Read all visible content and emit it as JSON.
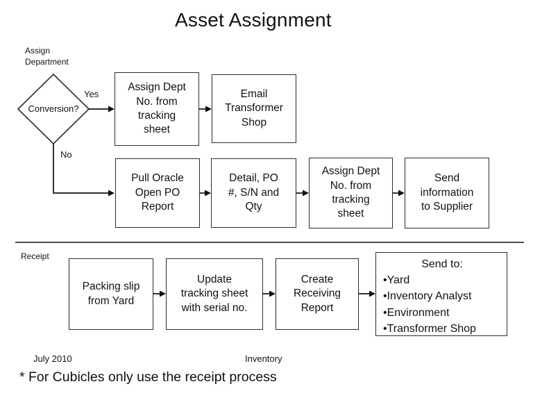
{
  "title": "Asset Assignment",
  "colors": {
    "ink": "#111111",
    "box_border": "#2b2b2b",
    "divider": "#4d4d4d",
    "background": "#ffffff"
  },
  "assign_flow": {
    "section_label": "Assign\nDepartment",
    "decision_label": "Conversion?",
    "yes_label": "Yes",
    "no_label": "No",
    "yes_boxes": [
      "Assign Dept\nNo. from\ntracking\nsheet",
      "Email\nTransformer\nShop"
    ],
    "no_boxes": [
      "Pull Oracle\nOpen PO\nReport",
      "Detail, PO\n#, S/N and\nQty",
      "Assign Dept\nNo. from\ntracking\nsheet",
      "Send\ninformation\nto Supplier"
    ]
  },
  "receipt_flow": {
    "section_label": "Receipt",
    "boxes": [
      "Packing slip\nfrom Yard",
      "Update\ntracking sheet\nwith serial no.",
      "Create\nReceiving\nReport"
    ],
    "send_to": {
      "header": "Send to:",
      "items": [
        "•Yard",
        "•Inventory Analyst",
        "•Environment",
        "•Transformer Shop"
      ]
    }
  },
  "footer": {
    "date": "July 2010",
    "center_label": "Inventory",
    "note": "* For Cubicles only use the receipt process"
  }
}
